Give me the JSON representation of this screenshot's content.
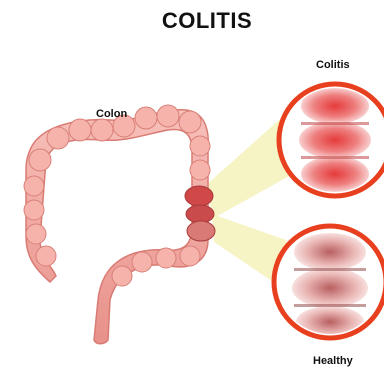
{
  "title": "COLITIS",
  "labels": {
    "colon": "Colon",
    "colitis": "Colitis",
    "healthy": "Healthy"
  },
  "colors": {
    "colon_fill": "#f2a7a0",
    "colon_outline": "#d97b73",
    "ring": "#e8401f",
    "inflamed": "#e02424",
    "beam": "#f3f0b6"
  }
}
